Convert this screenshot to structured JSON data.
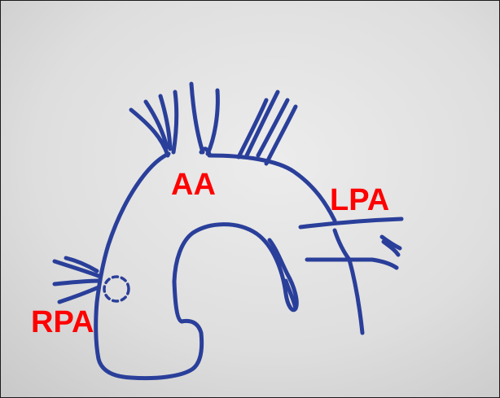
{
  "diagram": {
    "labels": {
      "aa": "AA",
      "lpa": "LPA",
      "rpa": "RPA"
    },
    "colors": {
      "ink": "#2a3f9a",
      "label": "#ff0000",
      "paper": "#dcdcdc"
    }
  }
}
